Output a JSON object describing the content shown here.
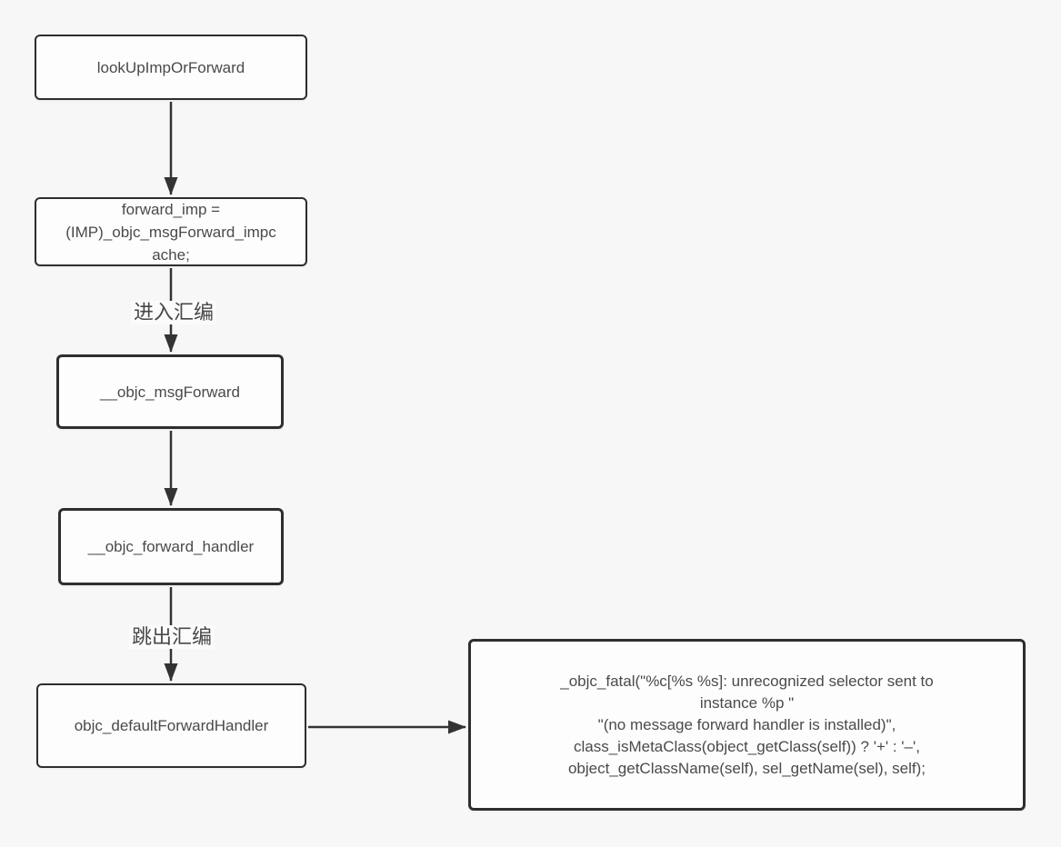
{
  "colors": {
    "background": "#f7f7f7",
    "node_fill": "#fdfdfd",
    "node_border": "#2e2e2e",
    "text": "#4a4a4a",
    "arrow": "#333333"
  },
  "nodes": {
    "lookup": {
      "label": "lookUpImpOrForward"
    },
    "forward_imp": {
      "line1": "forward_imp =",
      "line2": "(IMP)_objc_msgForward_impc",
      "line3": "ache;"
    },
    "msgforward": {
      "label": "__objc_msgForward"
    },
    "forward_handler": {
      "label": "__objc_forward_handler"
    },
    "default_handler": {
      "label": "objc_defaultForwardHandler"
    },
    "fatal": {
      "line1": "_objc_fatal(\"%c[%s %s]: unrecognized selector sent to",
      "line2": "instance %p \"",
      "line3": "\"(no message forward handler is installed)\",",
      "line4": "class_isMetaClass(object_getClass(self)) ? '+' : '–',",
      "line5": "object_getClassName(self), sel_getName(sel), self);"
    }
  },
  "edge_labels": {
    "enter_asm": "进入汇编",
    "exit_asm": "跳出汇编"
  }
}
